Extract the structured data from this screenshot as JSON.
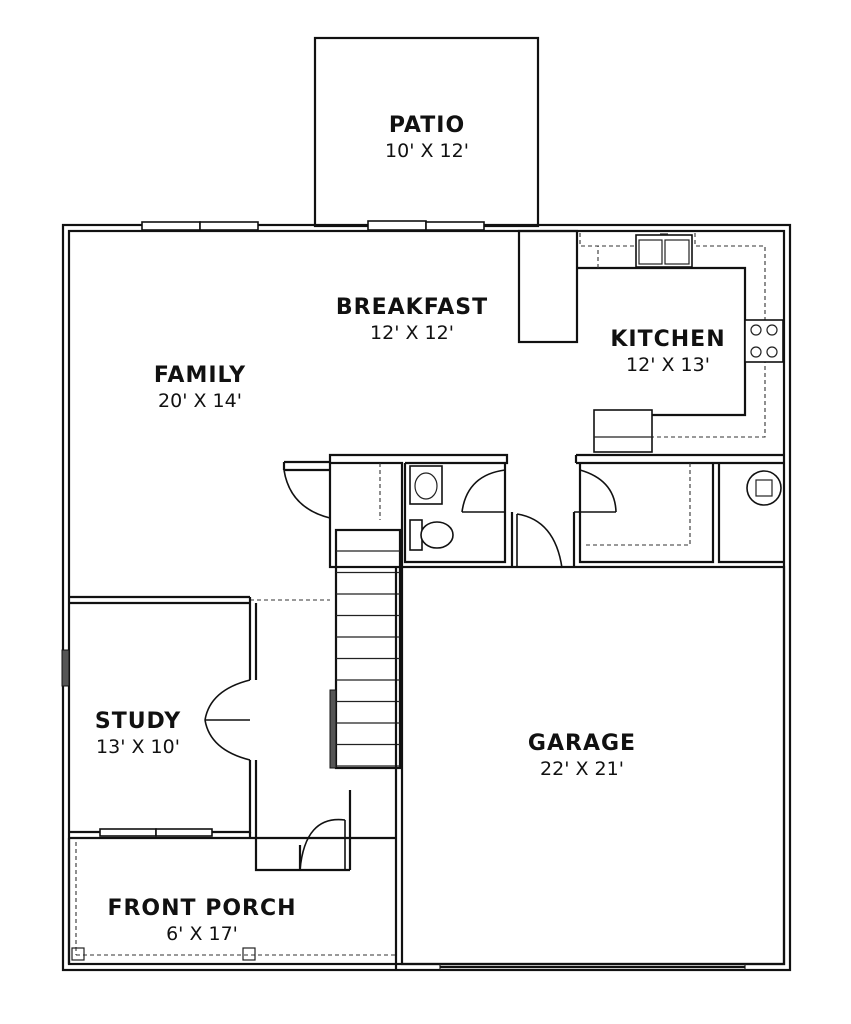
{
  "rooms": {
    "patio": {
      "name": "PATIO",
      "dims": "10' X 12'"
    },
    "breakfast": {
      "name": "BREAKFAST",
      "dims": "12' X 12'"
    },
    "kitchen": {
      "name": "KITCHEN",
      "dims": "12' X 13'"
    },
    "family": {
      "name": "FAMILY",
      "dims": "20' X 14'"
    },
    "study": {
      "name": "STUDY",
      "dims": "13' X 10'"
    },
    "garage": {
      "name": "GARAGE",
      "dims": "22' X 21'"
    },
    "front_porch": {
      "name": "FRONT PORCH",
      "dims": "6' X 17'"
    }
  }
}
